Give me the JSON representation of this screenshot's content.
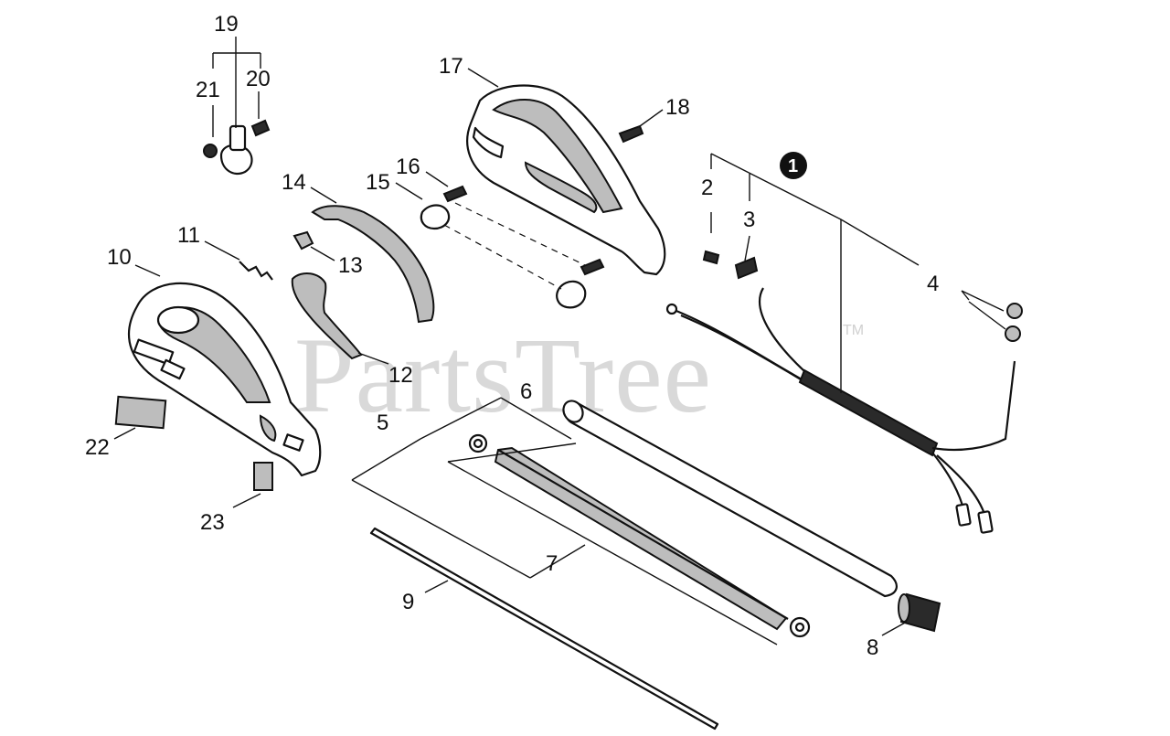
{
  "watermark": {
    "text": "PartsTree",
    "trademark": "TM"
  },
  "callouts": {
    "c1": "1",
    "c2": "2",
    "c3": "3",
    "c4": "4",
    "c5": "5",
    "c6": "6",
    "c7": "7",
    "c8": "8",
    "c9": "9",
    "c10": "10",
    "c11": "11",
    "c12": "12",
    "c13": "13",
    "c14": "14",
    "c15": "15",
    "c16": "16",
    "c17": "17",
    "c18": "18",
    "c19": "19",
    "c20": "20",
    "c21": "21",
    "c22": "22",
    "c23": "23"
  }
}
